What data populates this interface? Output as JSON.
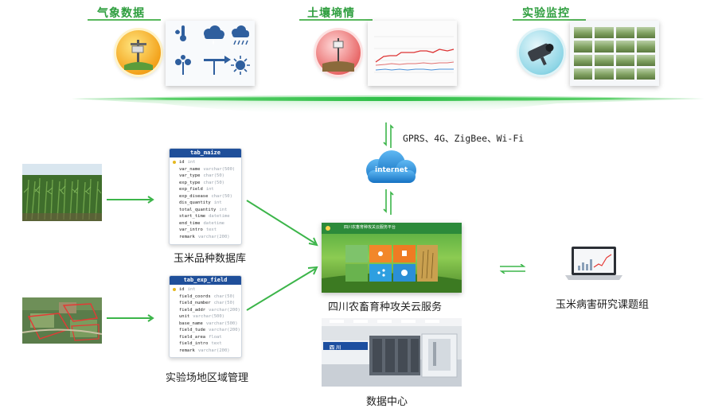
{
  "categories": {
    "weather": "气象数据",
    "soil": "土壤墒情",
    "monitor": "实验监控"
  },
  "network": {
    "protocols": "GPRS、4G、ZigBee、Wi-Fi",
    "cloud_label": "internet"
  },
  "tables": {
    "maize": {
      "name": "tab_maize",
      "fields": [
        {
          "name": "id",
          "type": "int"
        },
        {
          "name": "var_name",
          "type": "varchar(500)"
        },
        {
          "name": "var_type",
          "type": "char(50)"
        },
        {
          "name": "exp_type",
          "type": "char(50)"
        },
        {
          "name": "exp_field",
          "type": "int"
        },
        {
          "name": "exp_disease",
          "type": "char(50)"
        },
        {
          "name": "dis_quantity",
          "type": "int"
        },
        {
          "name": "total_quantity",
          "type": "int"
        },
        {
          "name": "start_time",
          "type": "datetime"
        },
        {
          "name": "end_time",
          "type": "datetime"
        },
        {
          "name": "var_intro",
          "type": "text"
        },
        {
          "name": "remark",
          "type": "varchar(200)"
        }
      ]
    },
    "exp_field": {
      "name": "tab_exp_field",
      "fields": [
        {
          "name": "id",
          "type": "int"
        },
        {
          "name": "field_coords",
          "type": "char(50)"
        },
        {
          "name": "field_number",
          "type": "char(50)"
        },
        {
          "name": "field_addr",
          "type": "varchar(200)"
        },
        {
          "name": "unit",
          "type": "varchar(500)"
        },
        {
          "name": "base_name",
          "type": "varchar(500)"
        },
        {
          "name": "field_tude",
          "type": "varchar(200)"
        },
        {
          "name": "field_area",
          "type": "float"
        },
        {
          "name": "field_intro",
          "type": "text"
        },
        {
          "name": "remark",
          "type": "varchar(200)"
        }
      ]
    }
  },
  "labels": {
    "maize_db": "玉米品种数据库",
    "field_mgmt": "实验场地区域管理",
    "cloud_service": "四川农畜育种攻关云服务",
    "data_center": "数据中心",
    "research_group": "玉米病害研究课题组",
    "dc_sign": "四 川"
  },
  "screen_header": "四川农畜育种攻关云服务平台",
  "colors": {
    "green_accent": "#2e9e3e",
    "arrow_green": "#3cb54a",
    "table_header": "#1f4f9a",
    "cloud_blue": "#1e88d8"
  }
}
